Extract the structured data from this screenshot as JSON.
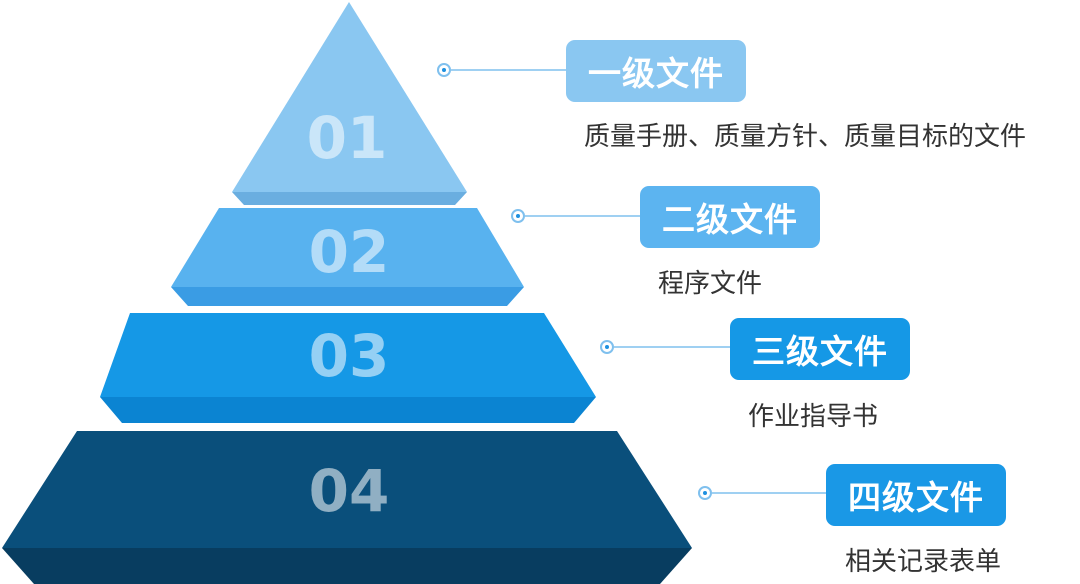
{
  "levels": [
    {
      "number": "01",
      "title": "一级文件",
      "description": "质量手册、质量方针、质量目标的文件",
      "color": "#8ac7f1",
      "badge_color": "#8ac7f1"
    },
    {
      "number": "02",
      "title": "二级文件",
      "description": "程序文件",
      "color": "#58b2ef",
      "badge_color": "#5cb4f0"
    },
    {
      "number": "03",
      "title": "三级文件",
      "description": "作业指导书",
      "color": "#1598e6",
      "badge_color": "#1598e6"
    },
    {
      "number": "04",
      "title": "四级文件",
      "description": "相关记录表单",
      "color": "#0a4f7b",
      "badge_color": "#1a98e6"
    }
  ],
  "colors": {
    "connector": "#9fd0f2",
    "dot_border": "#7fc0ee",
    "dot_center": "#1e90e0",
    "description_text": "#333333"
  }
}
